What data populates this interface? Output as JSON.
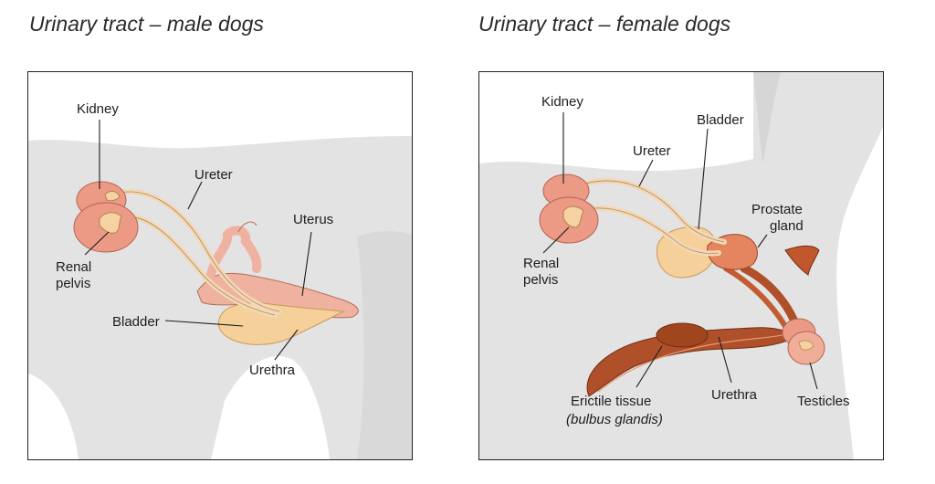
{
  "titles": {
    "left": "Urinary tract – male dogs",
    "right": "Urinary tract – female dogs"
  },
  "left_panel": {
    "labels": {
      "kidney": "Kidney",
      "ureter": "Ureter",
      "uterus": "Uterus",
      "renal_line1": "Renal",
      "renal_line2": "pelvis",
      "bladder": "Bladder",
      "urethra": "Urethra"
    }
  },
  "right_panel": {
    "labels": {
      "kidney": "Kidney",
      "bladder": "Bladder",
      "ureter": "Ureter",
      "prostate_line1": "Prostate",
      "prostate_line2": "gland",
      "renal_line1": "Renal",
      "renal_line2": "pelvis",
      "erectile_line1": "Erictile tissue",
      "erectile_line2": "(bulbus glandis)",
      "urethra": "Urethra",
      "testicles": "Testicles"
    }
  },
  "colors": {
    "silhouette": "#e3e3e3",
    "kidney": "#ec9a85",
    "renal_pelvis": "#f6d2a2",
    "ureter": "#f3d8b5",
    "bladder": "#f6d09a",
    "uterus": "#efb1a0",
    "prostate": "#e58560",
    "penis": "#b0502a"
  }
}
